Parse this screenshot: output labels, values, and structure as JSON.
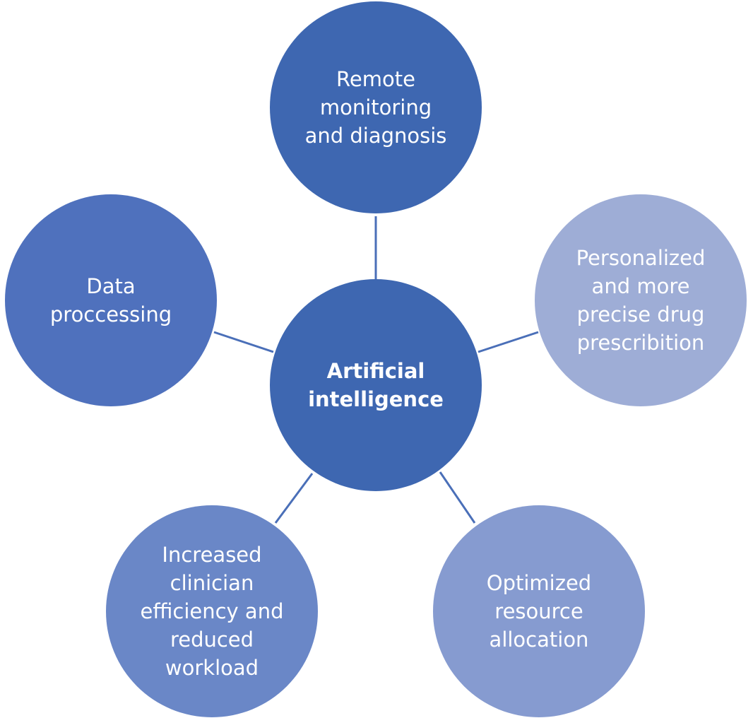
{
  "center": {
    "lines": [
      "Artificial",
      "intelligence"
    ],
    "color": "#3e67b1"
  },
  "nodes": [
    {
      "id": "remote-monitoring",
      "lines": [
        "Remote",
        "monitoring",
        "and diagnosis"
      ],
      "color": "#3e67b1"
    },
    {
      "id": "personalized-drug",
      "lines": [
        "Personalized",
        "and more",
        "precise drug",
        "prescribition"
      ],
      "color": "#9eadd6"
    },
    {
      "id": "optimized-resource",
      "lines": [
        "Optimized",
        "resource",
        "allocation"
      ],
      "color": "#869bd0"
    },
    {
      "id": "clinician-efficiency",
      "lines": [
        "Increased",
        "clinician",
        "efficiency and",
        "reduced",
        "workload"
      ],
      "color": "#6a87c7"
    },
    {
      "id": "data-processing",
      "lines": [
        "Data",
        "proccessing"
      ],
      "color": "#4f71bd"
    }
  ],
  "connector_color": "#4a6fb8"
}
